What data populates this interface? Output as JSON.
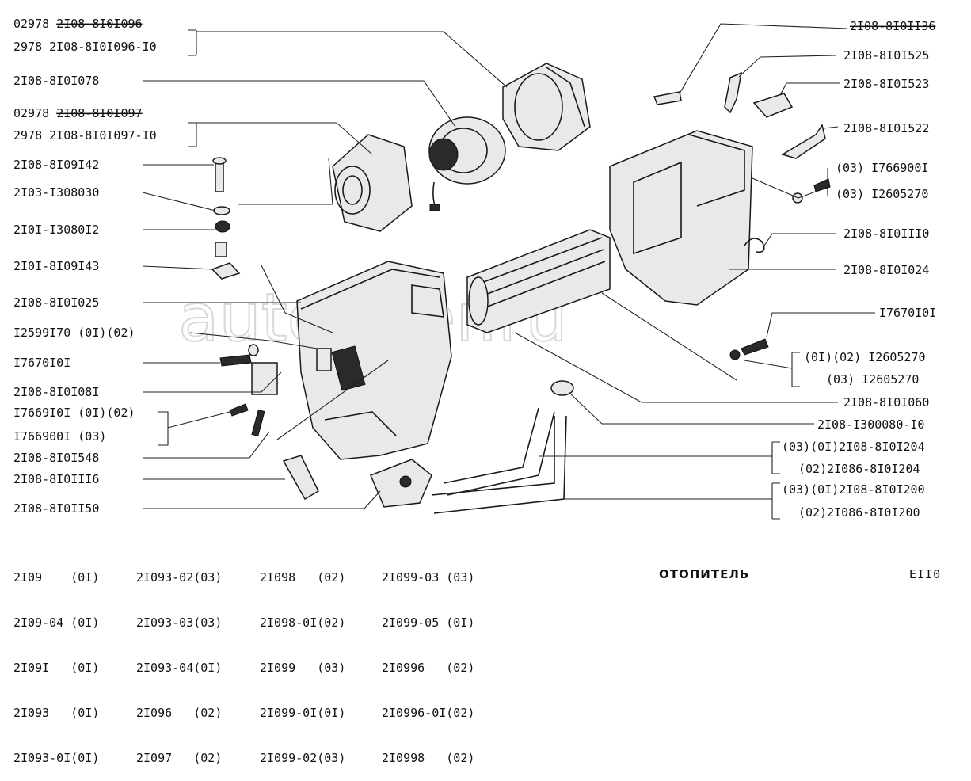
{
  "diagram": {
    "title": "ОТОПИТЕЛЬ",
    "page_code": "EII0",
    "watermark": "autopiter.ru",
    "left_labels": [
      {
        "id": "l1a",
        "text": "02978 2I08-8I0I096",
        "strike": "2I08-8I0I096"
      },
      {
        "id": "l1b",
        "text": "2978 2I08-8I0I096-I0"
      },
      {
        "id": "l2",
        "text": "2I08-8I0I078"
      },
      {
        "id": "l3a",
        "text": "02978 2I08-8I0I097",
        "strike": "2I08-8I0I097"
      },
      {
        "id": "l3b",
        "text": "2978 2I08-8I0I097-I0"
      },
      {
        "id": "l4",
        "text": "2I08-8I09I42"
      },
      {
        "id": "l5",
        "text": "2I03-I308030"
      },
      {
        "id": "l6",
        "text": "2I0I-I3080I2"
      },
      {
        "id": "l7",
        "text": "2I0I-8I09I43"
      },
      {
        "id": "l8",
        "text": "2I08-8I0I025"
      },
      {
        "id": "l9",
        "text": "I2599I70 (0I)(02)"
      },
      {
        "id": "l10",
        "text": "I7670I0I"
      },
      {
        "id": "l11",
        "text": "2I08-8I0I08I"
      },
      {
        "id": "l12a",
        "text": "I7669I0I (0I)(02)"
      },
      {
        "id": "l12b",
        "text": "I766900I (03)"
      },
      {
        "id": "l13",
        "text": "2I08-8I0I548"
      },
      {
        "id": "l14",
        "text": "2I08-8I0III6"
      },
      {
        "id": "l15",
        "text": "2I08-8I0II50"
      }
    ],
    "right_labels": [
      {
        "id": "r1",
        "text": "2I08-8I0II36",
        "strike": "2I08-8I0II36"
      },
      {
        "id": "r2",
        "text": "2I08-8I0I525"
      },
      {
        "id": "r3",
        "text": "2I08-8I0I523"
      },
      {
        "id": "r4",
        "text": "2I08-8I0I522"
      },
      {
        "id": "r5a",
        "text": "(03) I766900I"
      },
      {
        "id": "r5b",
        "text": "(03) I2605270"
      },
      {
        "id": "r6",
        "text": "2I08-8I0III0"
      },
      {
        "id": "r7",
        "text": "2I08-8I0I024"
      },
      {
        "id": "r8",
        "text": "I7670I0I"
      },
      {
        "id": "r9a",
        "text": "(0I)(02) I2605270"
      },
      {
        "id": "r9b",
        "text": "(03) I2605270"
      },
      {
        "id": "r10",
        "text": "2I08-8I0I060"
      },
      {
        "id": "r11",
        "text": "2I08-I300080-I0"
      },
      {
        "id": "r12a",
        "text": "(03)(0I)2I08-8I0I204"
      },
      {
        "id": "r12b",
        "text": "(02)2I086-8I0I204"
      },
      {
        "id": "r13a",
        "text": "(03)(0I)2I08-8I0I200"
      },
      {
        "id": "r13b",
        "text": "(02)2I086-8I0I200"
      }
    ],
    "models": {
      "col1": [
        "2I09    (0I)",
        "2I09-04 (0I)",
        "2I09I   (0I)",
        "2I093   (0I)",
        "2I093-0I(0I)"
      ],
      "col2": [
        "2I093-02(03)",
        "2I093-03(03)",
        "2I093-04(0I)",
        "2I096   (02)",
        "2I097   (02)"
      ],
      "col3": [
        "2I098   (02)",
        "2I098-0I(02)",
        "2I099   (03)",
        "2I099-0I(0I)",
        "2I099-02(03)"
      ],
      "col4": [
        "2I099-03 (03)",
        "2I099-05 (0I)",
        "2I0996   (02)",
        "2I0996-0I(02)",
        "2I0998   (02)"
      ]
    }
  }
}
